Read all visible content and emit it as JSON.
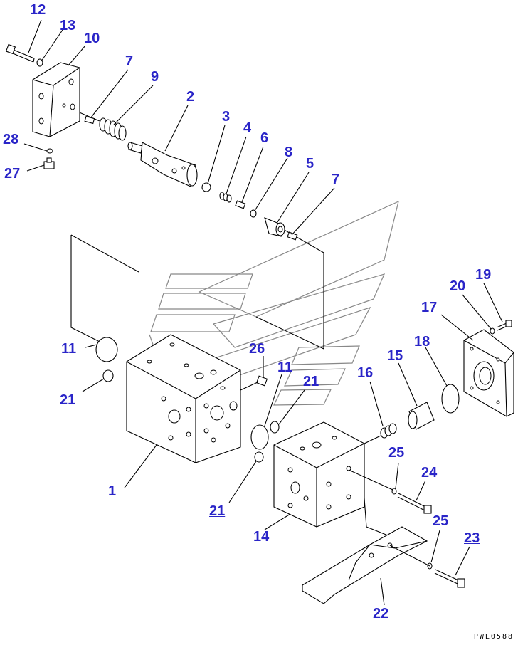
{
  "drawing_code": "PWL0588",
  "colors": {
    "callout": "#2a25c8",
    "line": "#000000",
    "watermark": "#888888"
  },
  "callouts": [
    {
      "id": "c12",
      "text": "12"
    },
    {
      "id": "c13",
      "text": "13"
    },
    {
      "id": "c10",
      "text": "10"
    },
    {
      "id": "c7a",
      "text": "7"
    },
    {
      "id": "c9",
      "text": "9"
    },
    {
      "id": "c2",
      "text": "2"
    },
    {
      "id": "c3",
      "text": "3"
    },
    {
      "id": "c4",
      "text": "4"
    },
    {
      "id": "c6",
      "text": "6"
    },
    {
      "id": "c8",
      "text": "8"
    },
    {
      "id": "c5",
      "text": "5"
    },
    {
      "id": "c7b",
      "text": "7"
    },
    {
      "id": "c28",
      "text": "28"
    },
    {
      "id": "c27",
      "text": "27"
    },
    {
      "id": "c19",
      "text": "19"
    },
    {
      "id": "c20",
      "text": "20"
    },
    {
      "id": "c17",
      "text": "17"
    },
    {
      "id": "c18",
      "text": "18"
    },
    {
      "id": "c15",
      "text": "15"
    },
    {
      "id": "c26",
      "text": "26"
    },
    {
      "id": "c11a",
      "text": "11"
    },
    {
      "id": "c11b",
      "text": "11"
    },
    {
      "id": "c21a",
      "text": "21"
    },
    {
      "id": "c21b",
      "text": "21"
    },
    {
      "id": "c16",
      "text": "16"
    },
    {
      "id": "c1",
      "text": "1"
    },
    {
      "id": "c25a",
      "text": "25"
    },
    {
      "id": "c24",
      "text": "24"
    },
    {
      "id": "c21c",
      "text": "21"
    },
    {
      "id": "c14",
      "text": "14"
    },
    {
      "id": "c25b",
      "text": "25"
    },
    {
      "id": "c23",
      "text": "23"
    },
    {
      "id": "c22",
      "text": "22"
    }
  ]
}
